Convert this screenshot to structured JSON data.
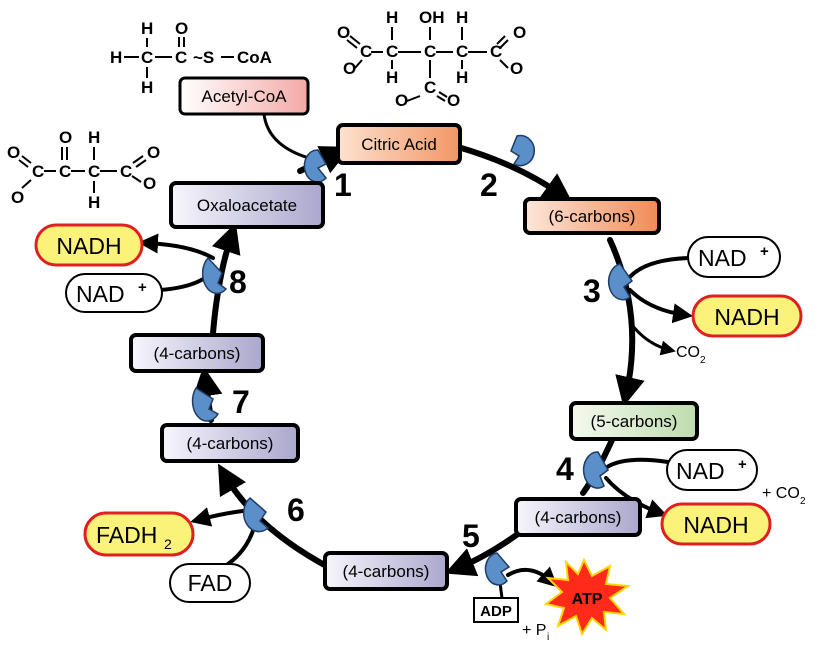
{
  "colors": {
    "ring": "#000000",
    "enzyme": "#5b8fc9",
    "nadh_fill": "#fbf27a",
    "nadh_stroke": "#e02020",
    "atp_fill": "#ff2a1a",
    "atp_stroke": "#ffd400",
    "acetyl_fill": "#f7c9c5",
    "citric_fill": "#f7b58e",
    "six_c_fill": "#f4a67d",
    "five_c_fill": "#dcecd3",
    "four_c_fill": "#d4d2e6",
    "oxalo_fill": "#d6d5ea"
  },
  "steps": [
    "1",
    "2",
    "3",
    "4",
    "5",
    "6",
    "7",
    "8"
  ],
  "intermediates": {
    "acetyl_coa": "Acetyl-CoA",
    "citric_acid": "Citric Acid",
    "six_carbons": "(6-carbons)",
    "five_carbons": "(5-carbons)",
    "four_carbons_a": "(4-carbons)",
    "four_carbons_b": "(4-carbons)",
    "four_carbons_c": "(4-carbons)",
    "four_carbons_d": "(4-carbons)",
    "oxaloacetate": "Oxaloacetate"
  },
  "cofactors": {
    "nad_plus": "NAD",
    "plus_sign": "+",
    "nadh": "NADH",
    "fad": "FAD",
    "fadh": "FADH",
    "fadh_sub": "2",
    "co2": "CO",
    "co2_sub": "2",
    "plus_co2": "+ CO",
    "adp": "ADP",
    "plus_pi": "+ P",
    "pi_sub": "i",
    "atp": "ATP"
  },
  "structures": {
    "acetyl": [
      "H",
      "H",
      "H",
      "C",
      "C",
      "O",
      "~S",
      "CoA"
    ],
    "citrate": [
      "OH",
      "H",
      "H",
      "H",
      "H",
      "O",
      "O",
      "O",
      "O",
      "O",
      "O",
      "C",
      "C",
      "C",
      "C",
      "C",
      "C"
    ],
    "oxaloacetate": [
      "O",
      "H",
      "H",
      "O",
      "O",
      "O",
      "O",
      "C",
      "C",
      "C",
      "C"
    ]
  }
}
